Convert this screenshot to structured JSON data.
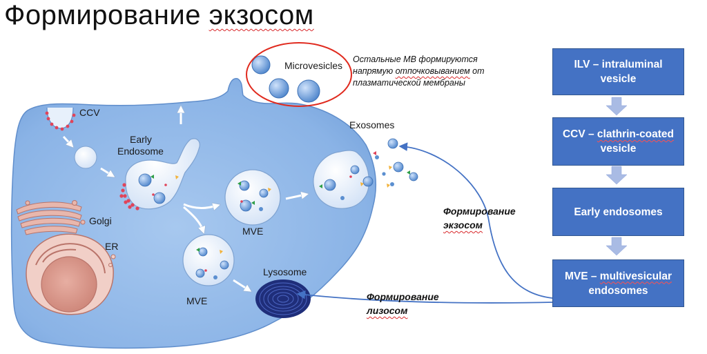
{
  "title": {
    "word1": "Формирование",
    "word2": "экзосом"
  },
  "labels": {
    "ccv": "CCV",
    "early_endosome_line1": "Early",
    "early_endosome_line2": "Endosome",
    "golgi": "Golgi",
    "er": "ER",
    "mve_1": "MVE",
    "mve_2": "MVE",
    "lysosome": "Lysosome",
    "exosomes": "Exosomes",
    "microvesicles": "Microvesicles"
  },
  "annotations": {
    "mv_note": {
      "line1": "Остальные МВ формируются",
      "line2_prefix": "напрямую ",
      "line2_keyword": "отпочковыванием",
      "line2_suffix": " от",
      "line3": "плазматической мембраны"
    },
    "exosome_formation": {
      "line1": "Формирование",
      "line2": "экзосом"
    },
    "lysosome_formation": {
      "line1": "Формирование",
      "line2": "лизосом"
    }
  },
  "flowchart": [
    {
      "prefix": "ILV – intraluminal",
      "keyword": "",
      "suffix": "",
      "line2": "vesicle"
    },
    {
      "prefix": "CCV – ",
      "keyword": "clathrin-coated",
      "suffix": "",
      "line2": "vesicle"
    },
    {
      "prefix": "Early endosomes",
      "keyword": "",
      "suffix": "",
      "line2": ""
    },
    {
      "prefix": "MVE – ",
      "keyword": "multivesicular",
      "suffix": "",
      "line2": "endosomes"
    }
  ],
  "colors": {
    "cell_fill": "#8fb7e8",
    "vesicle_fill": "#dfeaf8",
    "flow_box": "#4472c4",
    "red_circle": "#e02a1e",
    "flow_arrow": "#4472c4",
    "nucleus": "#d9988c",
    "lysosome": "#1f2e7a",
    "clathrin": "#e0445a"
  }
}
